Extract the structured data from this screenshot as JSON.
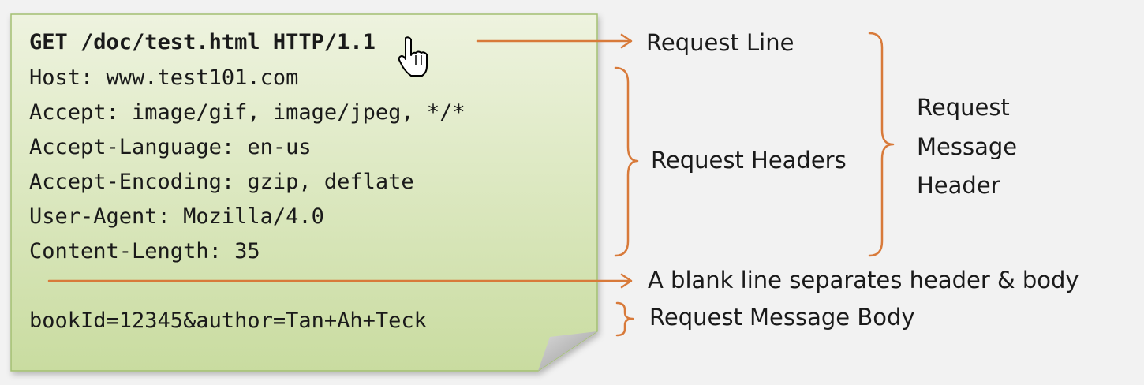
{
  "request": {
    "lines": [
      "GET /doc/test.html HTTP/1.1",
      "Host: www.test101.com",
      "Accept: image/gif, image/jpeg, */*",
      "Accept-Language: en-us",
      "Accept-Encoding: gzip, deflate",
      "User-Agent: Mozilla/4.0",
      "Content-Length: 35"
    ],
    "body": "bookId=12345&author=Tan+Ah+Teck"
  },
  "labels": {
    "request_line": "Request Line",
    "request_headers": "Request Headers",
    "message_header": [
      "Request",
      "Message",
      "Header"
    ],
    "blank_line": "A blank line separates header & body",
    "message_body": "Request Message Body"
  },
  "colors": {
    "accent": "#d87a3a",
    "note_top": "#eef3df",
    "note_bottom": "#c9dca0",
    "note_border": "#a3bf72",
    "text": "#1a1a1a",
    "background": "#f2f2f2"
  },
  "icons": {
    "cursor": "hand-pointer-icon"
  }
}
